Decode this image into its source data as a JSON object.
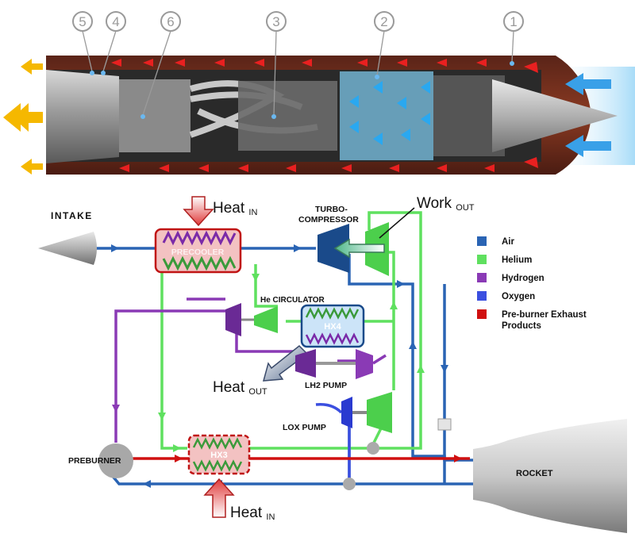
{
  "engine_markers": [
    "5",
    "4",
    "6",
    "3",
    "2",
    "1"
  ],
  "labels": {
    "intake": "INTAKE",
    "turbo_1": "TURBO-",
    "turbo_2": "COMPRESSOR",
    "precooler": "PRECOOLER",
    "he_circulator": "He CIRCULATOR",
    "hx4": "HX4",
    "lh2_pump": "LH2 PUMP",
    "lox_pump": "LOX PUMP",
    "preburner": "PREBURNER",
    "hx3": "HX3",
    "rocket": "ROCKET"
  },
  "annotations": {
    "heat": "Heat",
    "work": "Work",
    "sub_in": "IN",
    "sub_out": "OUT"
  },
  "legend": [
    {
      "label": "Air",
      "color": "#2a64b4"
    },
    {
      "label": "Helium",
      "color": "#5fe05f"
    },
    {
      "label": "Hydrogen",
      "color": "#8a3ab5"
    },
    {
      "label": "Oxygen",
      "color": "#3b4fe0"
    },
    {
      "label": "Pre-burner Exhaust",
      "label2": "Products",
      "color": "#d01010"
    }
  ],
  "colors": {
    "air": "#2a64b4",
    "helium": "#5fe05f",
    "hydrogen": "#8a3ab5",
    "oxygen": "#3b4fe0",
    "exhaust": "#d01010",
    "heat_arrow": "#e05050",
    "thrust": "#f5b800",
    "intake_flow": "#39a0e8"
  }
}
